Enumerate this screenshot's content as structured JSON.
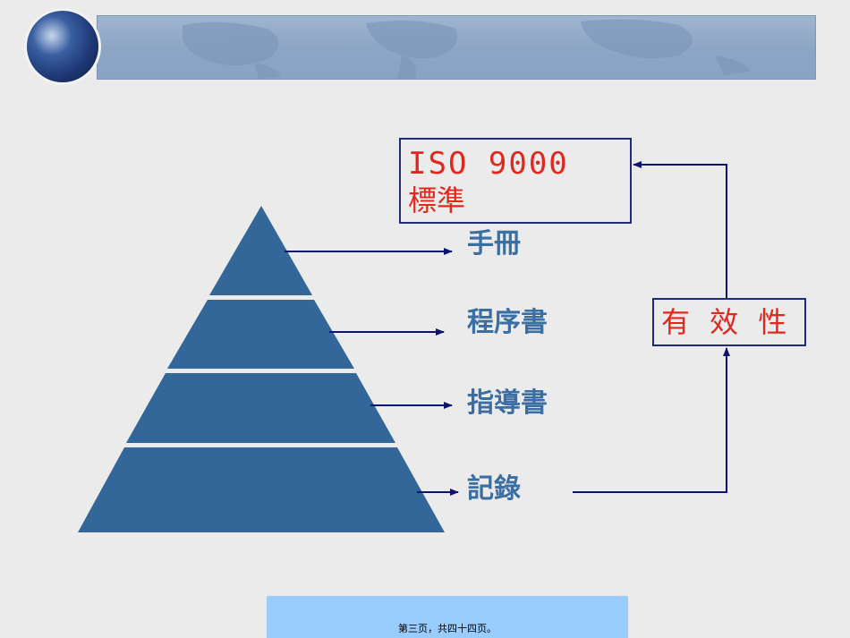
{
  "iso_box": {
    "line1": "ISO 9000",
    "line2": "標準"
  },
  "pyramid": {
    "levels": [
      {
        "label": "手冊"
      },
      {
        "label": "程序書"
      },
      {
        "label": "指導書"
      },
      {
        "label": "記錄"
      }
    ],
    "fill_color": "#336699",
    "label_color": "#3b6fa3"
  },
  "effectiveness_box": {
    "label": "有 效 性"
  },
  "colors": {
    "arrow": "#0d1470",
    "box_text": "#e0281c",
    "box_border": "#1f2a7a"
  },
  "footer": {
    "page_text": "第三页，共四十四页。"
  }
}
